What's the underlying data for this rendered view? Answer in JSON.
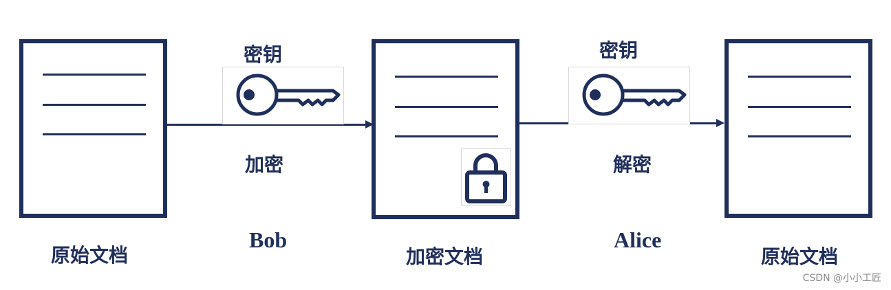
{
  "documents": {
    "original_left": "原始文档",
    "encrypted": "加密文档",
    "original_right": "原始文档"
  },
  "keys": {
    "encrypt_key": "密钥",
    "decrypt_key": "密钥"
  },
  "actions": {
    "encrypt": "加密",
    "decrypt": "解密"
  },
  "people": {
    "sender": "Bob",
    "receiver": "Alice"
  },
  "icons": {
    "key": "key-icon",
    "lock": "padlock-icon"
  },
  "colors": {
    "primary": "#1f2f5c"
  },
  "watermark": "CSDN @小小工匠"
}
